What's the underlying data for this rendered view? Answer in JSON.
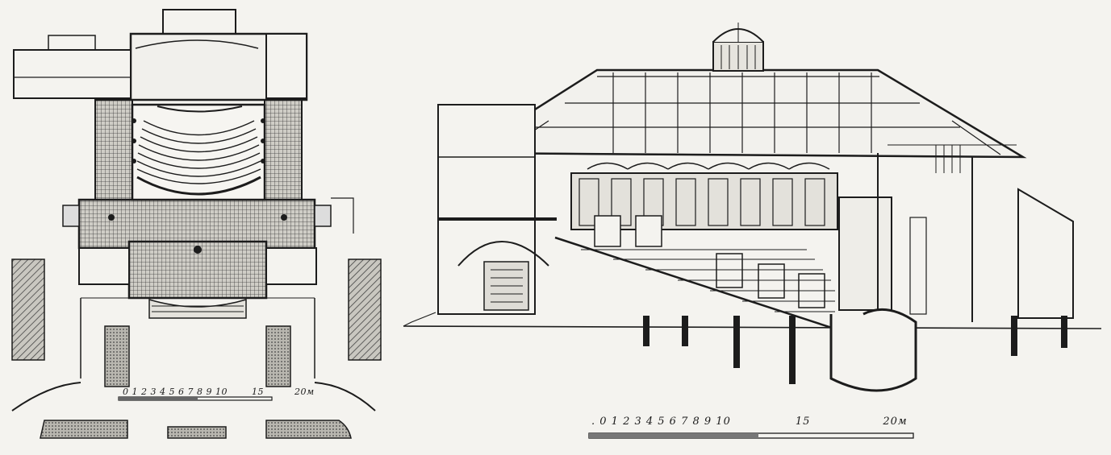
{
  "plan": {
    "scale_ticks": "0 1 2 3 4 5 6 7 8 9 10",
    "scale_mid": "15",
    "scale_end": "20м"
  },
  "section": {
    "scale_ticks": ". 0 1 2 3 4 5 6 7 8 9 10",
    "scale_mid": "15",
    "scale_end": "20м"
  },
  "colors": {
    "ink": "#1c1c1c",
    "paper": "#f4f3ef",
    "hatch": "#555555"
  }
}
